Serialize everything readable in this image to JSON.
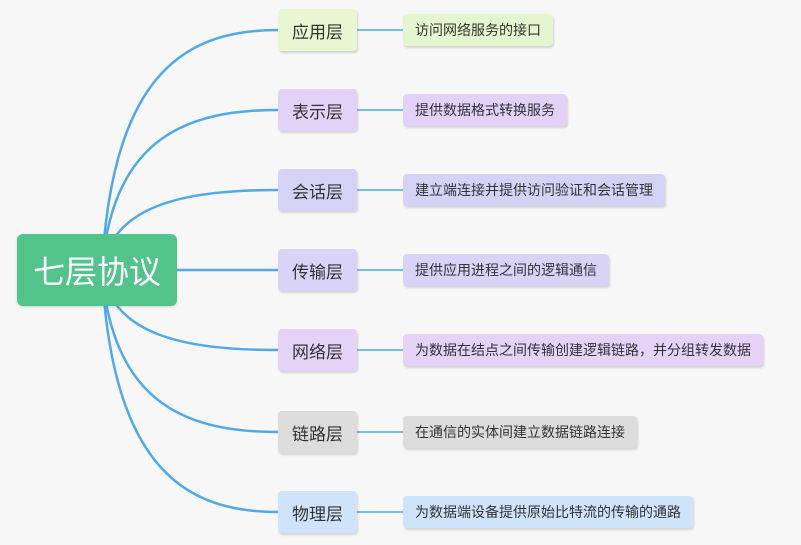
{
  "root": {
    "label": "七层协议",
    "color": "#52c48b"
  },
  "layers": [
    {
      "name": "应用层",
      "desc": "访问网络服务的接口",
      "node_color": "#e9f6d2",
      "desc_color": "#e4f6cf"
    },
    {
      "name": "表示层",
      "desc": "提供数据格式转换服务",
      "node_color": "#e3d2f8",
      "desc_color": "#e3d2f8"
    },
    {
      "name": "会话层",
      "desc": "建立端连接并提供访问验证和会话管理",
      "node_color": "#d5d2f5",
      "desc_color": "#d5d3f5"
    },
    {
      "name": "传输层",
      "desc": "提供应用进程之间的逻辑通信",
      "node_color": "#d8d3f7",
      "desc_color": "#d8d3f7"
    },
    {
      "name": "网络层",
      "desc": "为数据在结点之间传输创建逻辑链路，并分组转发数据",
      "node_color": "#e5d2f7",
      "desc_color": "#e5d2f7"
    },
    {
      "name": "链路层",
      "desc": "在通信的实体间建立数据链路连接",
      "node_color": "#dcdcdc",
      "desc_color": "#dcdcdc"
    },
    {
      "name": "物理层",
      "desc": "为数据端设备提供原始比特流的传输的通路",
      "node_color": "#cfe4fb",
      "desc_color": "#cfe4fb"
    }
  ],
  "line_color": "#4fa9ec"
}
